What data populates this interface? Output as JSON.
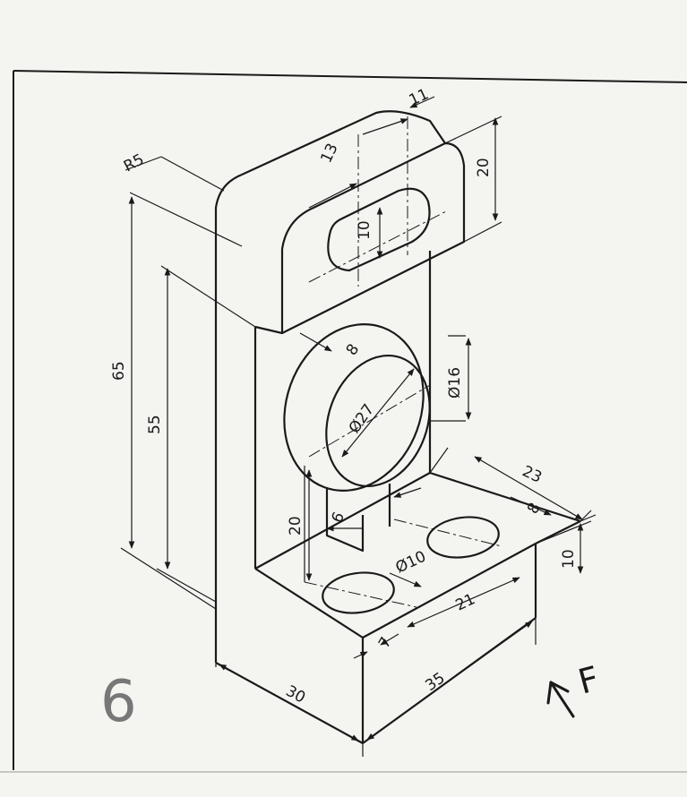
{
  "figure_number": "6",
  "view_marker": "F",
  "dimensions": {
    "r5": "R5",
    "d11": "11",
    "d13": "13",
    "d20_top": "20",
    "d10_slot": "10",
    "d65": "65",
    "d55": "55",
    "d8_boss": "8",
    "d16": "Ø16",
    "d27": "Ø27",
    "d20_web": "20",
    "d6": "6",
    "d23": "23",
    "d8_base": "8",
    "d10_base": "10",
    "d10_hole": "Ø10",
    "d21": "21",
    "d7": "7",
    "d30": "30",
    "d35": "35"
  },
  "colors": {
    "ink": "#1a1a1a",
    "paper": "#f4f4f1",
    "faded": "#777777"
  }
}
